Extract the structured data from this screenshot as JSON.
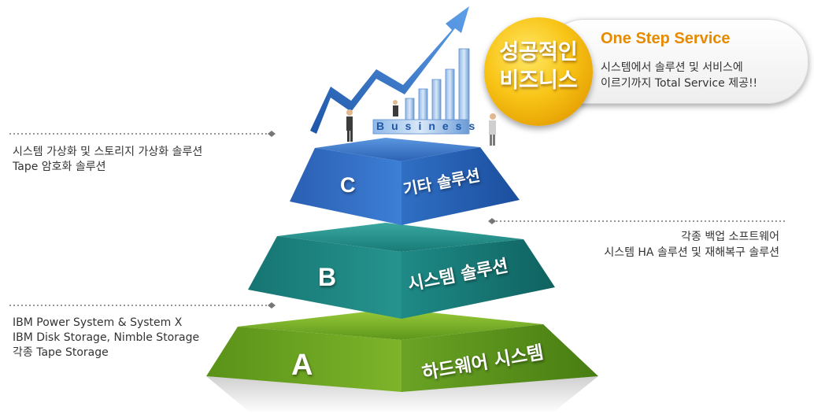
{
  "left_notes": {
    "c_line1": "시스템 가상화 및 스토리지 가상화 솔루션",
    "c_line2": "Tape 암호화 솔루션",
    "a_line1": "IBM Power System & System X",
    "a_line2": "IBM Disk Storage, Nimble Storage",
    "a_line3": "각종 Tape Storage"
  },
  "right_notes": {
    "b_line1": "각종 백업 소프트웨어",
    "b_line2": "시스템 HA 솔루션 및 재해복구 솔루션"
  },
  "tiers": {
    "c": {
      "letter": "C",
      "label": "기타 솔루션"
    },
    "b": {
      "letter": "B",
      "label": "시스템 솔루션"
    },
    "a": {
      "letter": "A",
      "label": "하드웨어 시스템"
    }
  },
  "business_word": "Business",
  "badge": {
    "line1": "성공적인",
    "line2": "비즈니스"
  },
  "callout": {
    "title": "One Step Service",
    "line1": "시스템에서 솔루션 및 서비스에",
    "line2": "이르기까지 Total Service 제공!!"
  },
  "colors": {
    "tier_c": "#2f6fc4",
    "tier_b": "#1f8f8a",
    "tier_a": "#6aa324",
    "accent_orange": "#e88a00",
    "badge_gold": "#f8c416"
  }
}
